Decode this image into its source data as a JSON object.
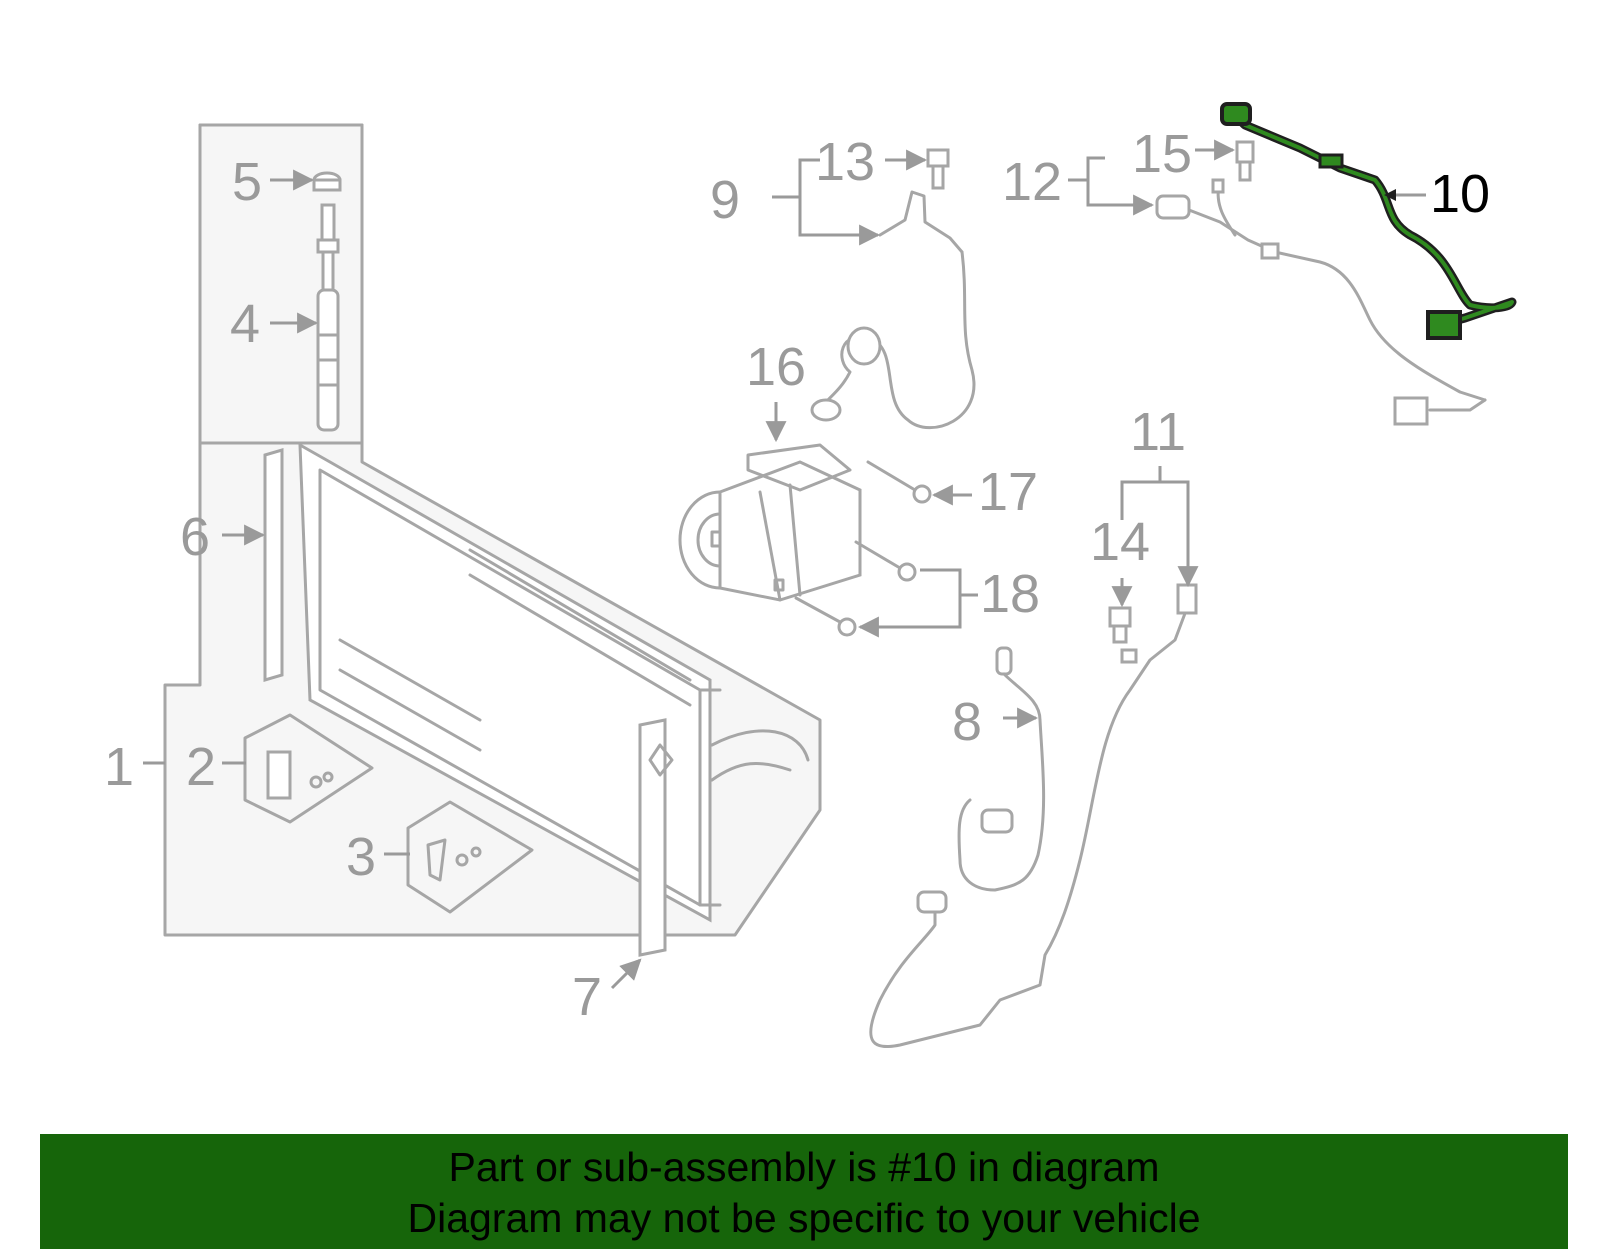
{
  "diagram": {
    "callouts": {
      "c1": "1",
      "c2": "2",
      "c3": "3",
      "c4": "4",
      "c5": "5",
      "c6": "6",
      "c7": "7",
      "c8": "8",
      "c9": "9",
      "c10": "10",
      "c11": "11",
      "c12": "12",
      "c13": "13",
      "c14": "14",
      "c15": "15",
      "c16": "16",
      "c17": "17",
      "c18": "18"
    },
    "highlighted_part": "10",
    "colors": {
      "line": "#a6a6a6",
      "highlight": "#2f8a1f",
      "banner": "#16650a"
    }
  },
  "banner": {
    "line1": "Part or sub-assembly is #10 in diagram",
    "line2": "Diagram may not be specific to your vehicle"
  }
}
